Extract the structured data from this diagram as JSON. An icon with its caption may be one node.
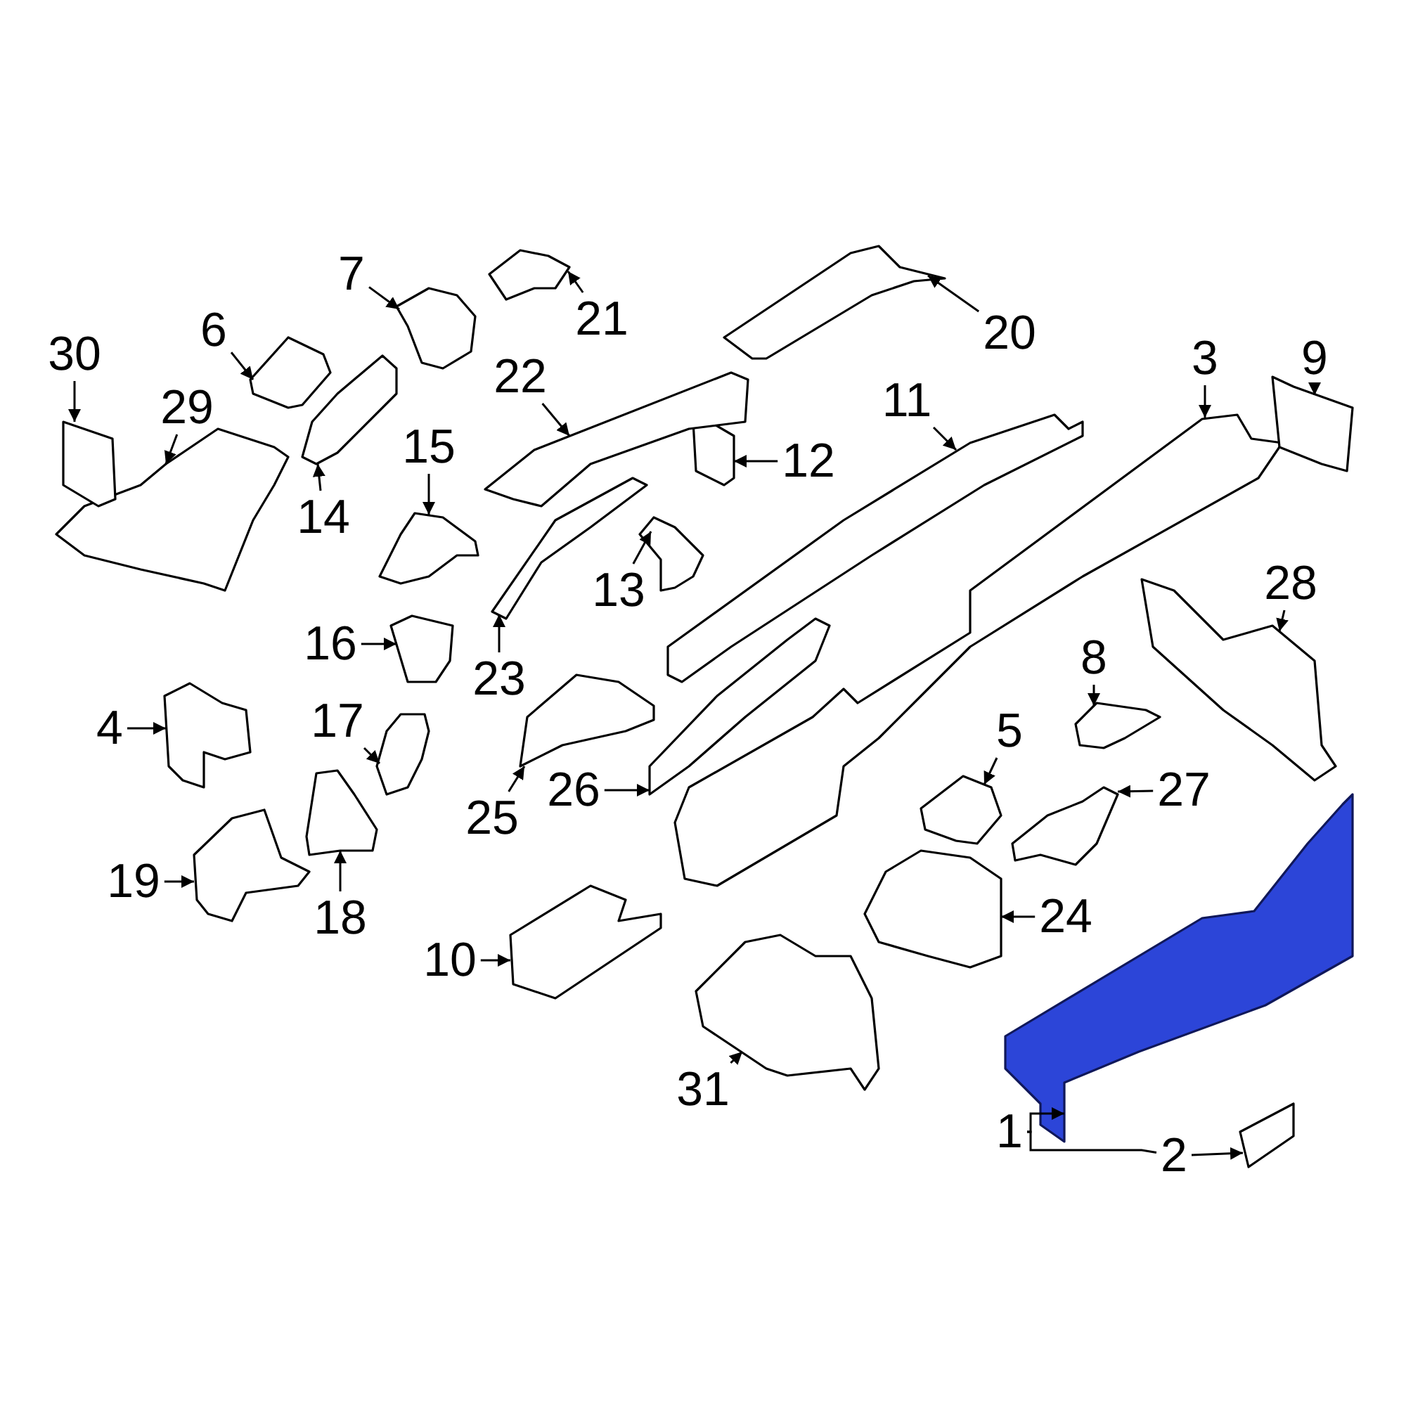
{
  "diagram": {
    "nodes": [
      {
        "text": [
          "1"
        ]
      },
      {
        "text": [
          "2"
        ]
      },
      {
        "text": [
          "3"
        ]
      },
      {
        "text": [
          "4"
        ]
      },
      {
        "text": [
          "5"
        ]
      },
      {
        "text": [
          "6"
        ]
      },
      {
        "text": [
          "7"
        ]
      },
      {
        "text": [
          "8"
        ]
      },
      {
        "text": [
          "9"
        ]
      },
      {
        "text": [
          "10"
        ]
      },
      {
        "text": [
          "11"
        ]
      },
      {
        "text": [
          "12"
        ]
      },
      {
        "text": [
          "13"
        ]
      },
      {
        "text": [
          "14"
        ]
      },
      {
        "text": [
          "15"
        ]
      },
      {
        "text": [
          "16"
        ]
      },
      {
        "text": [
          "17"
        ]
      },
      {
        "text": [
          "18"
        ]
      },
      {
        "text": [
          "19"
        ]
      },
      {
        "text": [
          "20"
        ]
      },
      {
        "text": [
          "21"
        ]
      },
      {
        "text": [
          "22"
        ]
      },
      {
        "text": [
          "23"
        ]
      },
      {
        "text": [
          "24"
        ]
      },
      {
        "text": [
          "25"
        ]
      },
      {
        "text": [
          "26"
        ]
      },
      {
        "text": [
          "27"
        ]
      },
      {
        "text": [
          "28"
        ]
      },
      {
        "text": [
          "29"
        ]
      },
      {
        "text": [
          "30"
        ]
      },
      {
        "text": [
          "31"
        ]
      },
      {
        "text": [],
        "shape": "picture"
      },
      {
        "text": [],
        "shape": "picture"
      },
      {
        "text": [],
        "shape": "picture"
      },
      {
        "text": [],
        "shape": "picture"
      },
      {
        "text": [],
        "shape": "picture"
      },
      {
        "text": [],
        "shape": "picture"
      },
      {
        "text": [],
        "shape": "picture"
      },
      {
        "text": [],
        "shape": "picture"
      },
      {
        "text": [],
        "shape": "picture"
      },
      {
        "text": [],
        "shape": "picture"
      },
      {
        "text": [],
        "shape": "picture"
      },
      {
        "text": [],
        "shape": "picture"
      },
      {
        "text": [],
        "shape": "picture"
      },
      {
        "text": [],
        "shape": "picture"
      },
      {
        "text": [],
        "shape": "picture"
      },
      {
        "text": [],
        "shape": "picture"
      },
      {
        "text": [],
        "shape": "picture"
      },
      {
        "text": [],
        "shape": "picture"
      },
      {
        "text": [],
        "shape": "picture"
      },
      {
        "text": [],
        "shape": "picture"
      },
      {
        "text": [],
        "shape": "picture"
      },
      {
        "text": [],
        "shape": "picture"
      },
      {
        "text": [],
        "shape": "picture"
      },
      {
        "text": [],
        "shape": "picture"
      },
      {
        "text": [],
        "shape": "picture"
      },
      {
        "text": [],
        "shape": "picture"
      },
      {
        "text": [],
        "shape": "picture"
      },
      {
        "text": [],
        "shape": "picture"
      },
      {
        "text": [],
        "shape": "picture"
      },
      {
        "text": [],
        "shape": "picture"
      },
      {
        "text": [],
        "shape": "picture"
      }
    ],
    "edges": [
      {
        "from": 0,
        "to": 31,
        "arrow": "to"
      },
      {
        "from": 1,
        "to": 32,
        "arrow": "to"
      },
      {
        "from": 2,
        "to": 33,
        "arrow": "to"
      },
      {
        "from": 3,
        "to": 34,
        "arrow": "to"
      },
      {
        "from": 4,
        "to": 35,
        "arrow": "to"
      },
      {
        "from": 5,
        "to": 36,
        "arrow": "to"
      },
      {
        "from": 6,
        "to": 37,
        "arrow": "to"
      },
      {
        "from": 7,
        "to": 38,
        "arrow": "to"
      },
      {
        "from": 8,
        "to": 39,
        "arrow": "to"
      },
      {
        "from": 9,
        "to": 40,
        "arrow": "to"
      },
      {
        "from": 10,
        "to": 41,
        "arrow": "to"
      },
      {
        "from": 11,
        "to": 42,
        "arrow": "to"
      },
      {
        "from": 12,
        "to": 43,
        "arrow": "to"
      },
      {
        "from": 13,
        "to": 44,
        "arrow": "to"
      },
      {
        "from": 14,
        "to": 45,
        "arrow": "to"
      },
      {
        "from": 15,
        "to": 46,
        "arrow": "to"
      },
      {
        "from": 16,
        "to": 47,
        "arrow": "to"
      },
      {
        "from": 17,
        "to": 48,
        "arrow": "to"
      },
      {
        "from": 18,
        "to": 49,
        "arrow": "to"
      },
      {
        "from": 19,
        "to": 50,
        "arrow": "to"
      },
      {
        "from": 20,
        "to": 51,
        "arrow": "to"
      },
      {
        "from": 21,
        "to": 52,
        "arrow": "to"
      },
      {
        "from": 22,
        "to": 53,
        "arrow": "to"
      },
      {
        "from": 23,
        "to": 54,
        "arrow": "to"
      },
      {
        "from": 24,
        "to": 55,
        "arrow": "to"
      },
      {
        "from": 25,
        "to": 56,
        "arrow": "to"
      },
      {
        "from": 26,
        "to": 57,
        "arrow": "to"
      },
      {
        "from": 27,
        "to": 58,
        "arrow": "to"
      },
      {
        "from": 28,
        "to": 59,
        "arrow": "to"
      },
      {
        "from": 29,
        "to": 60,
        "arrow": "to"
      },
      {
        "from": 30,
        "to": 61,
        "arrow": "to"
      },
      {
        "from": 0,
        "to": 1,
        "arrow": "none"
      }
    ]
  }
}
